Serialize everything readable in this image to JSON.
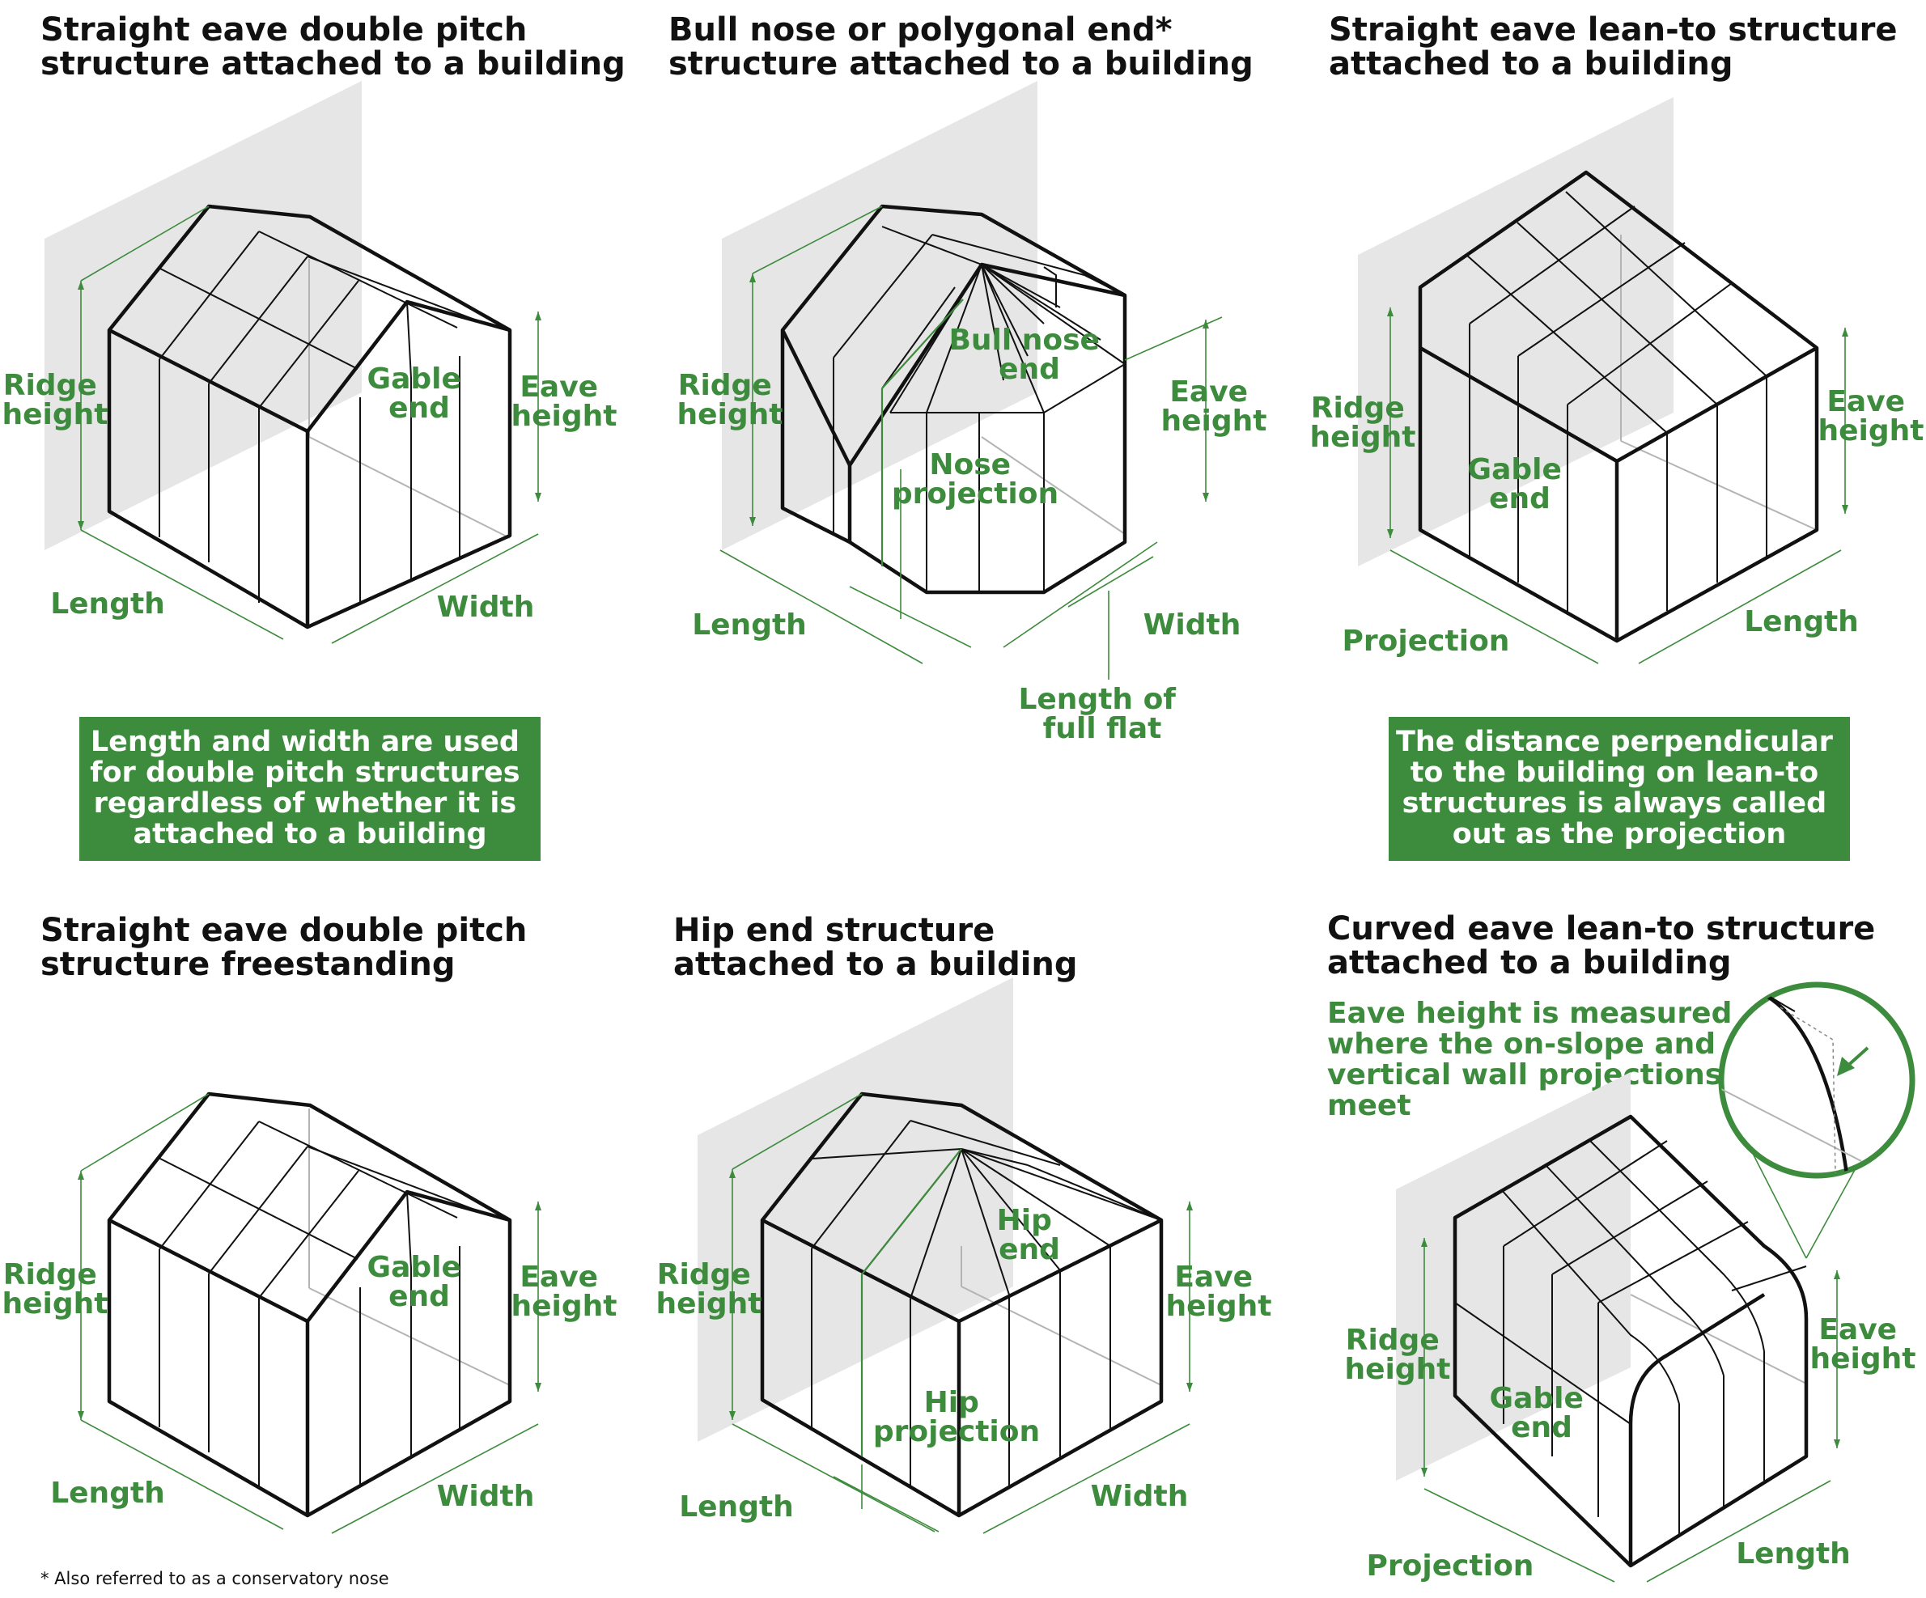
{
  "colors": {
    "accent_green": "#3d8b3d",
    "wall_grey": "#e6e6e6",
    "outline": "#111111"
  },
  "panels": [
    {
      "title": [
        "Straight eave double pitch",
        "structure attached to a building"
      ],
      "labels": {
        "ridge": [
          "Ridge",
          "height"
        ],
        "gable": [
          "Gable",
          "end"
        ],
        "eave": [
          "Eave",
          "height"
        ],
        "length": "Length",
        "width": "Width"
      },
      "note_box": [
        "Length and width are used",
        "for double pitch structures",
        "regardless of whether it is",
        "attached to a building"
      ]
    },
    {
      "title": [
        "Bull nose or polygonal end*",
        "structure attached to a building"
      ],
      "labels": {
        "ridge": [
          "Ridge",
          "height"
        ],
        "bullnose": [
          "Bull nose",
          "end"
        ],
        "eave": [
          "Eave",
          "height"
        ],
        "nose": [
          "Nose",
          "projection"
        ],
        "length": "Length",
        "width": "Width",
        "flat": [
          "Length of",
          "full flat"
        ]
      }
    },
    {
      "title": [
        "Straight eave lean-to structure",
        "attached to a building"
      ],
      "labels": {
        "ridge": [
          "Ridge",
          "height"
        ],
        "gable": [
          "Gable",
          "end"
        ],
        "eave": [
          "Eave",
          "height"
        ],
        "projection": "Projection",
        "length": "Length"
      },
      "note_box": [
        "The distance perpendicular",
        "to the building on lean-to",
        "structures is always called",
        "out as the projection"
      ]
    },
    {
      "title": [
        "Straight eave double pitch",
        "structure freestanding"
      ],
      "labels": {
        "ridge": [
          "Ridge",
          "height"
        ],
        "gable": [
          "Gable",
          "end"
        ],
        "eave": [
          "Eave",
          "height"
        ],
        "length": "Length",
        "width": "Width"
      }
    },
    {
      "title": [
        "Hip end structure",
        "attached to a building"
      ],
      "labels": {
        "ridge": [
          "Ridge",
          "height"
        ],
        "hip": [
          "Hip",
          "end"
        ],
        "eave": [
          "Eave",
          "height"
        ],
        "hipproj": [
          "Hip",
          "projection"
        ],
        "length": "Length",
        "width": "Width"
      }
    },
    {
      "title": [
        "Curved eave lean-to structure",
        "attached to a building"
      ],
      "note": [
        "Eave height is measured",
        "where the on-slope and",
        "vertical wall projections",
        "meet"
      ],
      "labels": {
        "ridge": [
          "Ridge",
          "height"
        ],
        "gable": [
          "Gable",
          "end"
        ],
        "eave": [
          "Eave",
          "height"
        ],
        "projection": "Projection",
        "length": "Length"
      }
    }
  ],
  "footnote": "* Also referred to as a conservatory nose"
}
